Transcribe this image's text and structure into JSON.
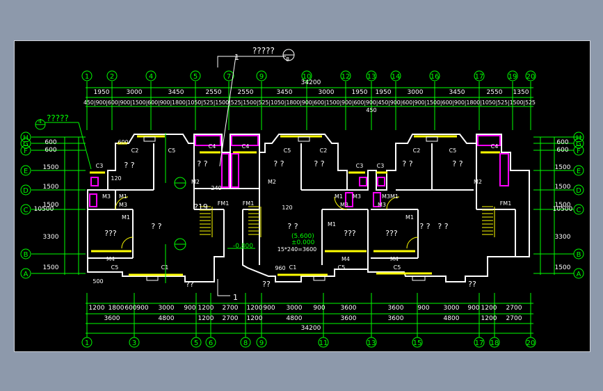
{
  "colors": {
    "background": "#8d99ab",
    "canvas": "#000000",
    "wall": "#ffffff",
    "dimension": "#00ff00",
    "window": "#ffff00",
    "fixture": "#ff00ff"
  },
  "title_callout": {
    "text": "?????",
    "index": "1",
    "sheet": "8"
  },
  "left_callout": {
    "text": "?????",
    "index": "4"
  },
  "section_mark": "1",
  "top_axes": [
    "1",
    "2",
    "4",
    "5",
    "7",
    "9",
    "10",
    "12",
    "13",
    "14",
    "16",
    "17",
    "19",
    "20"
  ],
  "bottom_axes": [
    "1",
    "3",
    "5",
    "6",
    "8",
    "9",
    "11",
    "13",
    "15",
    "17",
    "18",
    "20"
  ],
  "side_axes": [
    "H",
    "G",
    "F",
    "E",
    "D",
    "C",
    "B",
    "A"
  ],
  "top_total": "34200",
  "top_dims_row1": [
    "1950",
    "3000",
    "3450",
    "2550",
    "2550",
    "3450",
    "3000",
    "1950",
    "1950",
    "3000",
    "3450",
    "2550",
    "1350"
  ],
  "top_dims_row2": "450|900|600|900|1500|600|900|1800|1050|525|1500|525|1500|525|1050|1800|900|600|1500|900|600|900|450|900|600|900|1500|600|900|1800|1050|525|1500|525",
  "top_dims_extra": "450",
  "left_dims": [
    "600",
    "600",
    "1500",
    "1500",
    "1500",
    "3300",
    "1500"
  ],
  "left_total": "10500",
  "right_dims": [
    "600",
    "600",
    "1500",
    "1500",
    "1500",
    "3300",
    "1500"
  ],
  "right_total": "10500",
  "bottom_dims_row1": [
    "1200",
    "1800",
    "600",
    "900",
    "3000",
    "900",
    "1200",
    "2700",
    "1200",
    "900",
    "3000",
    "900",
    "3600",
    "3600",
    "900",
    "3000",
    "900",
    "1200",
    "2700"
  ],
  "bottom_dims_row2": [
    "3600",
    "4800",
    "1200",
    "2700",
    "1200",
    "4800",
    "3600",
    "3600",
    "4800",
    "1200",
    "2700"
  ],
  "bottom_total": "34200",
  "window_labels": [
    "C2",
    "C5",
    "C4",
    "C4",
    "C5",
    "C2",
    "C3",
    "C3",
    "C3",
    "C2",
    "C5",
    "C4",
    "C5",
    "C5",
    "C5",
    "C1",
    "C1"
  ],
  "door_labels": [
    "M1",
    "M2",
    "M3",
    "M4",
    "FM1"
  ],
  "room_labels": [
    "? ?",
    "? ?",
    "? ?",
    "? ?",
    "? ?",
    "? ?",
    "???",
    "???",
    "???",
    "? ?",
    "? ?",
    "? ?",
    "? ?",
    "??",
    "??",
    "??",
    "?19"
  ],
  "small_dims": [
    "120",
    "240",
    "600",
    "500",
    "960",
    "15*240=3600",
    "120"
  ],
  "elevations": [
    "(5.600)",
    "±0.000",
    "-0.800"
  ]
}
